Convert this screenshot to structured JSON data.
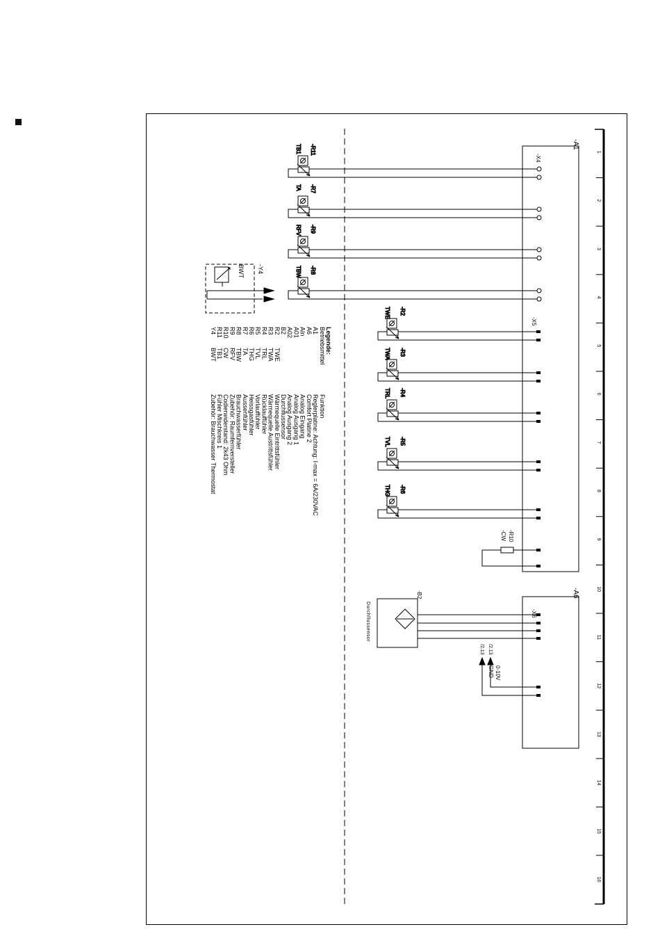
{
  "columns": [
    "1",
    "2",
    "3",
    "4",
    "5",
    "6",
    "7",
    "8",
    "9",
    "10",
    "11",
    "12",
    "13",
    "14",
    "15",
    "16"
  ],
  "blocks": [
    {
      "id": "-A1",
      "connector": "-X4"
    },
    {
      "id": "-A6",
      "connector": "-X6"
    }
  ],
  "connector_x5": "-X5",
  "sensors_left": [
    {
      "ref": "-R11",
      "tag": "TB1"
    },
    {
      "ref": "-R7",
      "tag": "TA"
    },
    {
      "ref": "-R9",
      "tag": "RFV"
    },
    {
      "ref": "-R8",
      "tag": "TBW"
    }
  ],
  "sensors_x5": [
    {
      "ref": "-R2",
      "tag": "TWE"
    },
    {
      "ref": "-R3",
      "tag": "TWA"
    },
    {
      "ref": "-R4",
      "tag": "TRL"
    },
    {
      "ref": "-R5",
      "tag": "TVL"
    },
    {
      "ref": "-R6",
      "tag": "THG"
    }
  ],
  "resistor": {
    "ref": "-R10",
    "tag": "-CW"
  },
  "valve": {
    "ref": "-Y4",
    "tag": "BWT"
  },
  "flow_sensor": {
    "ref": "-B2",
    "label": "Durchflussensor"
  },
  "a6_signals": [
    {
      "ref": "/2.13",
      "label": "0-10V"
    },
    {
      "ref": "/2.13",
      "label": "GND"
    }
  ],
  "legend": {
    "title": "Legende:",
    "col1_header": "Betriebsmittel",
    "col2_header": "Funktion",
    "rows": [
      {
        "code": "A1",
        "tag": "",
        "desc": "Reglerplatine: Achtung: I-max = 6A/230VAC"
      },
      {
        "code": "A6",
        "tag": "",
        "desc": "Comfort Platine 2"
      },
      {
        "code": "AIn",
        "tag": "",
        "desc": "Analog Eingang"
      },
      {
        "code": "A01",
        "tag": "",
        "desc": "Analog Ausgang 1"
      },
      {
        "code": "A02",
        "tag": "",
        "desc": "Analog Ausgang 2"
      },
      {
        "code": "B2",
        "tag": "",
        "desc": "Durchflussensor"
      },
      {
        "code": "R2",
        "tag": "TWE",
        "desc": "Wärmequelle Eintrittsfühler"
      },
      {
        "code": "R3",
        "tag": "TWA",
        "desc": "Wärmequelle Austrittsfühler"
      },
      {
        "code": "R4",
        "tag": "TRL",
        "desc": "Rücklauffühler"
      },
      {
        "code": "R5",
        "tag": "TVL",
        "desc": "Vorlauffühler"
      },
      {
        "code": "R6",
        "tag": "THG",
        "desc": "Heissgasfühler"
      },
      {
        "code": "R7",
        "tag": "TA",
        "desc": "Aussenfühler"
      },
      {
        "code": "R8",
        "tag": "TBW",
        "desc": "Brauchwasserfühler"
      },
      {
        "code": "R9",
        "tag": "RFV",
        "desc": "Zubehör: Raumfernversteller"
      },
      {
        "code": "R10",
        "tag": "CW",
        "desc": "Codierwiderstand: 2k43 Ohm"
      },
      {
        "code": "R11",
        "tag": "TB1",
        "desc": "Fühler Mischkreis 1"
      },
      {
        "code": "Y4",
        "tag": "BWT",
        "desc": "Zubehör: Brauchwasser Thermostat"
      }
    ]
  }
}
